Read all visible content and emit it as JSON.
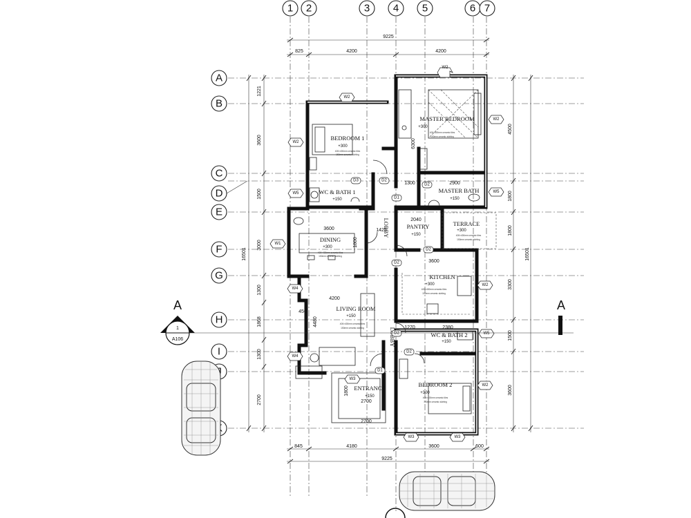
{
  "grid_columns": [
    "1",
    "2",
    "3",
    "4",
    "5",
    "6",
    "7"
  ],
  "grid_rows": [
    "A",
    "B",
    "C",
    "D",
    "E",
    "F",
    "G",
    "H",
    "I",
    "J",
    "K"
  ],
  "dimensions": {
    "top_total": "9225",
    "top_segments": [
      "825",
      "4200",
      "4200"
    ],
    "bottom_segments": [
      "845",
      "4180",
      "3600",
      "600"
    ],
    "bottom_total": "9225",
    "left_segments": [
      "1221",
      "3600",
      "1500",
      "3000",
      "1300",
      "1868",
      "1300",
      "2700"
    ],
    "left_total": "16501",
    "right_segments": [
      "4500",
      "1800",
      "1800",
      "3300",
      "1500",
      "3600"
    ],
    "right_total": "16501"
  },
  "rooms": [
    {
      "id": "bedroom-1",
      "name": "BEDROOM 1",
      "level": "+300"
    },
    {
      "id": "master-bedroom",
      "name": "MASTER BEDROOM",
      "level": "+300"
    },
    {
      "id": "wc-bath-1",
      "name": "WC & BATH 1",
      "level": "+150"
    },
    {
      "id": "master-bath",
      "name": "MASTER BATH",
      "level": "+150"
    },
    {
      "id": "pantry",
      "name": "PANTRY",
      "level": "+150"
    },
    {
      "id": "terrace",
      "name": "TERRACE",
      "level": "+300"
    },
    {
      "id": "dining",
      "name": "DINING",
      "level": "+300"
    },
    {
      "id": "kitchen",
      "name": "KITCHEN",
      "level": "+300"
    },
    {
      "id": "living-room",
      "name": "LIVING ROOM",
      "level": "+150"
    },
    {
      "id": "wc-bath-2",
      "name": "WC & BATH 2",
      "level": "+150"
    },
    {
      "id": "entrance",
      "name": "ENTRANCE",
      "level": "+150"
    },
    {
      "id": "bedroom-2",
      "name": "BEDROOM 2",
      "level": "+300"
    },
    {
      "id": "lobby",
      "name": "LOBBY",
      "level": ""
    }
  ],
  "room_note_lines": [
    "400×400mm ceramic tiles",
    "150mm ceramic skirting"
  ],
  "inner_dims": {
    "dining_width": "3600",
    "dining_depth": "1800",
    "living_width": "4200",
    "living_depth": "4480",
    "lobby_top": "1425",
    "kitchen_width": "3600",
    "master_bedroom_depth": "6300",
    "master_bath_left": "1300",
    "master_bath_width": "2900",
    "pantry_width": "2040",
    "wc2_left": "1270",
    "wc2_width": "2380",
    "entrance_width": "2700",
    "entrance_depth": "1800",
    "porch_width": "2700",
    "living_side": "450"
  },
  "window_tags": [
    "W2",
    "W2",
    "W2",
    "W5",
    "W5",
    "W1",
    "W4",
    "W2",
    "W5",
    "W4",
    "W3",
    "W2",
    "W3",
    "W3"
  ],
  "door_tags": [
    "D2",
    "D3",
    "D2",
    "D1",
    "D2",
    "D2",
    "D2",
    "D2",
    "D1"
  ],
  "section": {
    "label": "A",
    "sheet_number": "1",
    "sheet_ref": "A106"
  }
}
